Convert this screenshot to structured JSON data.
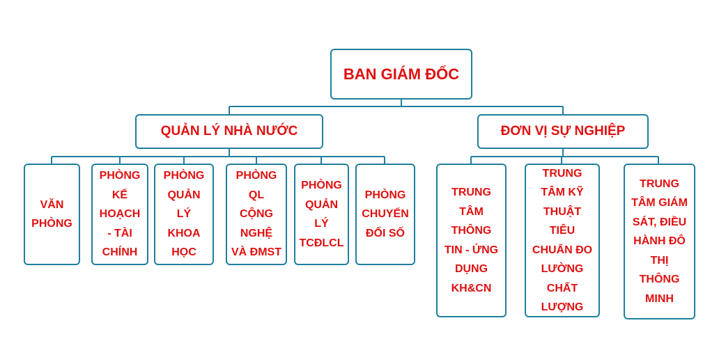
{
  "root": {
    "label": "BAN GIÁM ĐỐC"
  },
  "branches": [
    {
      "label": "QUẢN LÝ NHÀ NƯỚC",
      "units": [
        "VĂN\nPHÒNG",
        "PHÒNG\nKẾ\nHOẠCH\n- TÀI\nCHÍNH",
        "PHÒNG\nQUẢN\nLÝ\nKHOA\nHỌC",
        "PHÒNG\nQL\nCỘNG\nNGHỆ\nVÀ ĐMST",
        "PHÒNG\nQUẢN\nLÝ\nTCĐLCL",
        "PHÒNG\nCHUYỂN\nĐỔI SỐ"
      ]
    },
    {
      "label": "ĐƠN VỊ SỰ NGHIỆP",
      "units": [
        "TRUNG\nTÂM\nTHÔNG\nTIN - ỨNG\nDỤNG\nKH&CN",
        "TRUNG\nTÂM KỸ\nTHUẬT\nTIÊU\nCHUẨN ĐO\nLƯỜNG\nCHẤT\nLƯỢNG",
        "TRUNG\nTÂM GIÁM\nSÁT, ĐIỀU\nHÀNH ĐÔ\nTHỊ\nTHÔNG\nMINH"
      ]
    }
  ],
  "colors": {
    "border": "#1f7f9e",
    "text": "#e01010",
    "background": "#ffffff"
  }
}
